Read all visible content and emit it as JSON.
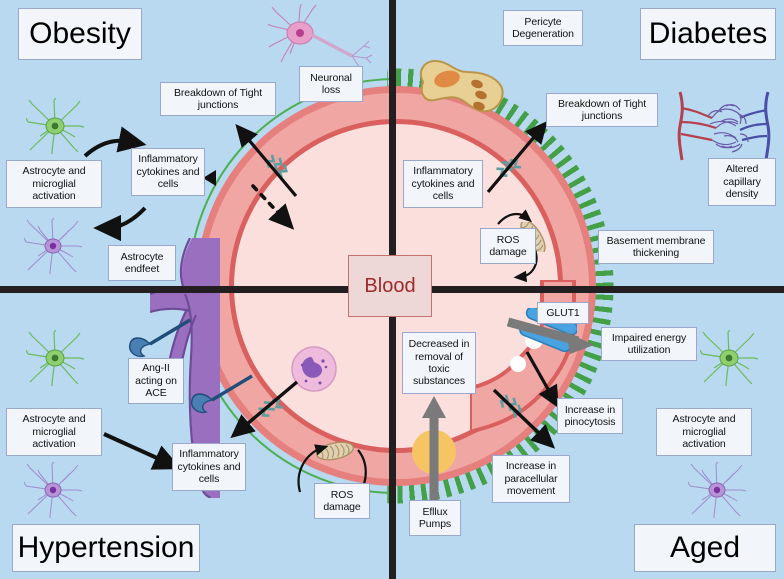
{
  "figure": {
    "title": "Blood-brain barrier dysfunction across obesity, diabetes, hypertension and aging",
    "center_label": "Blood"
  },
  "quadrants": [
    {
      "id": "obesity",
      "title": "Obesity"
    },
    {
      "id": "diabetes",
      "title": "Diabetes"
    },
    {
      "id": "hypertension",
      "title": "Hypertension"
    },
    {
      "id": "aged",
      "title": "Aged"
    }
  ],
  "labels": {
    "obesity": {
      "breakdown_tight_junctions": "Breakdown of Tight junctions",
      "neuronal_loss": "Neuronal loss",
      "inflammatory": "Inflammatory cytokines and cells",
      "astrocyte_microglial": "Astrocyte and microglial activation",
      "astrocyte_endfeet": "Astrocyte endfeet"
    },
    "diabetes": {
      "pericyte_degeneration": "Pericyte Degeneration",
      "breakdown_tight_junctions": "Breakdown of Tight junctions",
      "inflammatory": "Inflammatory cytokines and cells",
      "ros_damage": "ROS damage",
      "basement_membrane": "Basement membrane thickening",
      "altered_capillary": "Altered capillary density"
    },
    "hypertension": {
      "ang_ii": "Ang-II acting on ACE",
      "astrocyte_microglial": "Astrocyte and microglial activation",
      "inflammatory": "Inflammatory cytokines and cells",
      "ros_damage": "ROS damage"
    },
    "aged": {
      "decreased_removal": "Decreased in removal of toxic substances",
      "efflux_pumps": "Efllux Pumps",
      "glut1": "GLUT1",
      "impaired_energy": "Impaired energy utilization",
      "increase_pinocytosis": "Increase in pinocytosis",
      "increase_paracellular": "Increase in paracellular movement",
      "astrocyte_microglial": "Astrocyte and microglial activation"
    }
  },
  "icons": {
    "neuron": "neuron-icon",
    "astrocyte_green": "astrocyte-icon",
    "microglia_purple": "microglia-icon",
    "capillary_bed": "capillary-bed-icon",
    "pericyte": "pericyte-icon",
    "mitochondrion": "mitochondrion-icon",
    "leukocyte": "leukocyte-icon",
    "astrocyte_endfeet": "astrocyte-endfeet-icon",
    "tight_junction": "tight-junction-icon",
    "glut1_transporter": "glut1-transporter-icon",
    "efflux_pump": "efflux-pump-icon",
    "ang_ii_receptor": "ang-ii-receptor-icon"
  },
  "colors": {
    "background": "#b8d9f0",
    "divider": "#231f20",
    "vessel_wall": "#f0a7a4",
    "vessel_border": "#e5807e",
    "vessel_inner_border": "#d9605e",
    "lumen": "#fadfdc",
    "basement_membrane": "#43a047",
    "astrocyte_endfeet": "#9b6fc0",
    "pericyte": "#e8cf94",
    "tight_junction": "#5f9ea0",
    "glut1": "#49a3e0",
    "efflux_pump": "#f6c463",
    "blood_label_text": "#9c2b2b",
    "label_border": "#9aa7cf",
    "label_fill": "#f2f6fb"
  }
}
